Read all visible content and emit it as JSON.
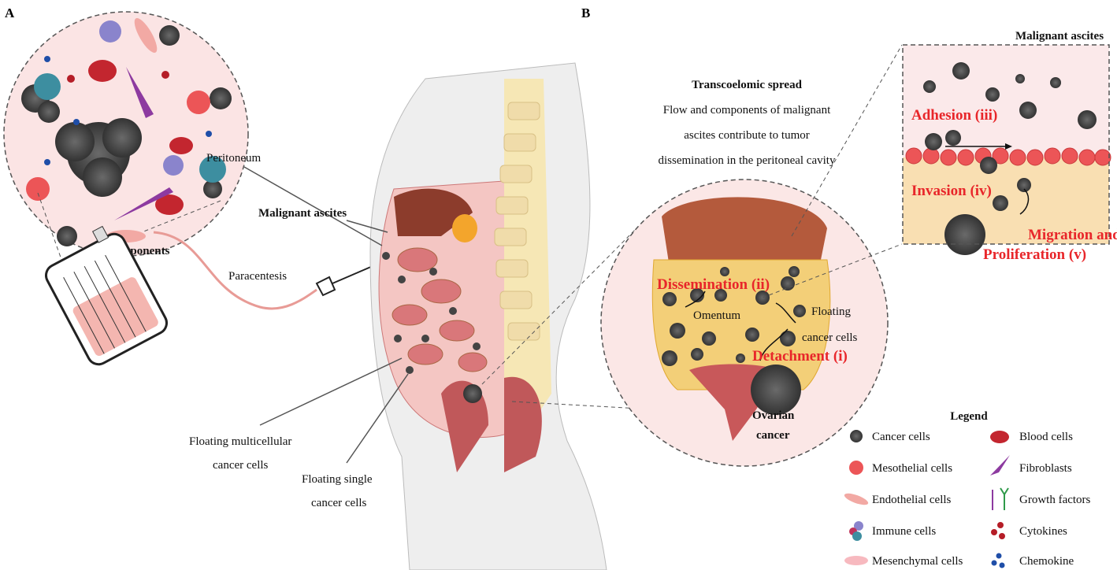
{
  "panels": {
    "a": "A",
    "b": "B"
  },
  "panel_a": {
    "components_label": "Components",
    "peritoneum": "Peritoneum",
    "malignant_ascites": "Malignant ascites",
    "paracentesis": "Paracentesis",
    "floating_multicellular": [
      "Floating multicellular",
      "cancer cells"
    ],
    "floating_single": [
      "Floating single",
      "cancer cells"
    ]
  },
  "panel_b": {
    "title": "Transcoelomic spread",
    "subtitle_lines": [
      "Flow and components of malignant",
      "ascites contribute to tumor",
      "dissemination in the peritoneal cavity"
    ],
    "omentum": "Omentum",
    "floating_cancer_cells": [
      "Floating",
      "cancer cells"
    ],
    "ovarian_cancer": [
      "Ovarian",
      "cancer"
    ],
    "steps": {
      "detachment": "Detachment (i)",
      "dissemination": "Dissemination (ii)",
      "adhesion": "Adhesion (iii)",
      "invasion": "Invasion (iv)",
      "migration": [
        "Migration and",
        "Proliferation (v)"
      ]
    },
    "box_title": "Malignant ascites"
  },
  "legend": {
    "title": "Legend",
    "items": [
      {
        "label": "Cancer cells",
        "icon": "cancer-cell-icon"
      },
      {
        "label": "Mesothelial cells",
        "icon": "mesothelial-cell-icon"
      },
      {
        "label": "Endothelial cells",
        "icon": "endothelial-cell-icon"
      },
      {
        "label": "Immune cells",
        "icon": "immune-cell-icon"
      },
      {
        "label": "Mesenchymal cells",
        "icon": "mesenchymal-cell-icon"
      },
      {
        "label": "Blood cells",
        "icon": "blood-cell-icon"
      },
      {
        "label": "Fibroblasts",
        "icon": "fibroblast-icon"
      },
      {
        "label": "Growth factors",
        "icon": "growth-factor-icon"
      },
      {
        "label": "Cytokines",
        "icon": "cytokine-icon"
      },
      {
        "label": "Chemokine",
        "icon": "chemokine-icon"
      }
    ]
  },
  "colors": {
    "red_label": "#e8262a",
    "cancer": "#4a4a4a",
    "circle_fill": "#fbe6e6",
    "box_bg": "#f9dfb2",
    "box_top": "#fbe9ea",
    "omentum": "#f2c64a"
  }
}
